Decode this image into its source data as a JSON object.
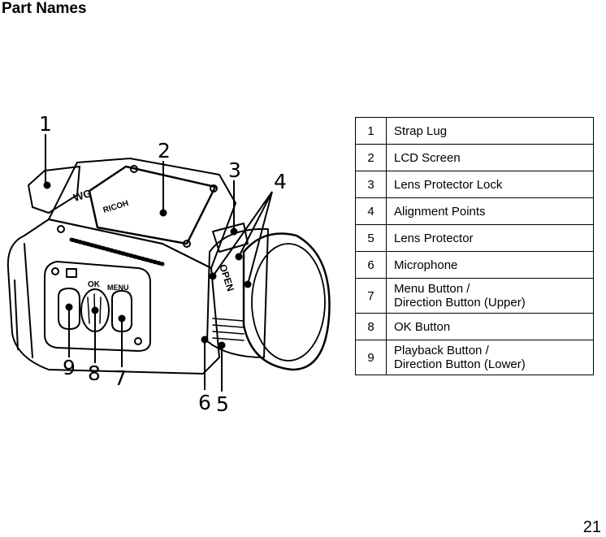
{
  "page": {
    "title": "Part Names",
    "page_number": "21"
  },
  "diagram": {
    "callouts": [
      "1",
      "2",
      "3",
      "4",
      "5",
      "6",
      "7",
      "8",
      "9"
    ],
    "body_markings": {
      "brand": "RICOH",
      "model": "WG",
      "ok": "OK",
      "menu": "MENU",
      "open": "OPEN"
    }
  },
  "parts": [
    {
      "num": "1",
      "line1": "Strap Lug",
      "line2": ""
    },
    {
      "num": "2",
      "line1": "LCD Screen",
      "line2": ""
    },
    {
      "num": "3",
      "line1": "Lens Protector Lock",
      "line2": ""
    },
    {
      "num": "4",
      "line1": "Alignment Points",
      "line2": ""
    },
    {
      "num": "5",
      "line1": "Lens Protector",
      "line2": ""
    },
    {
      "num": "6",
      "line1": "Microphone",
      "line2": ""
    },
    {
      "num": "7",
      "line1": "Menu Button /",
      "line2": "Direction Button (Upper)"
    },
    {
      "num": "8",
      "line1": "OK Button",
      "line2": ""
    },
    {
      "num": "9",
      "line1": "Playback Button /",
      "line2": "Direction Button (Lower)"
    }
  ]
}
